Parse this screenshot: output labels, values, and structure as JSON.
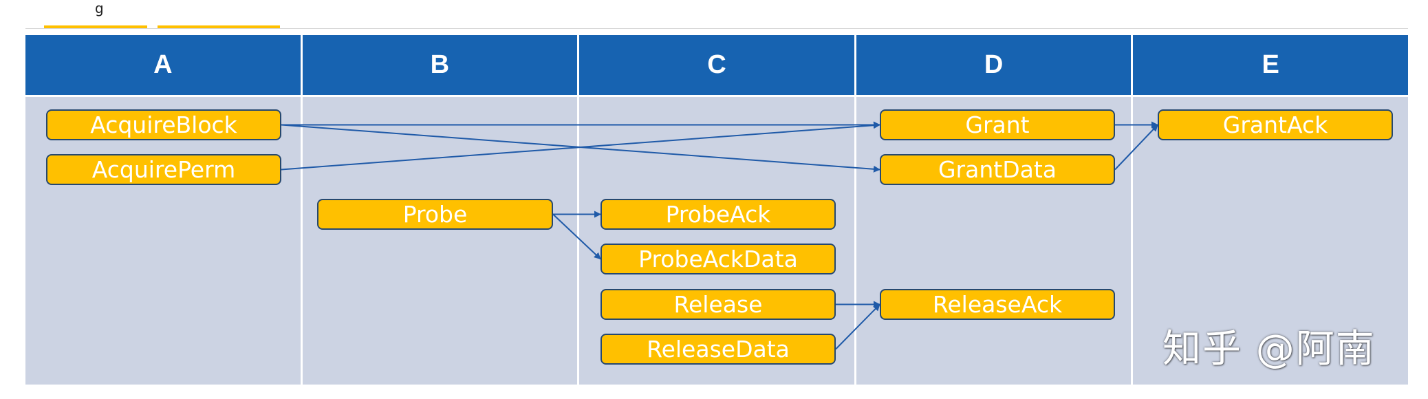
{
  "colors": {
    "header_bg": "#1763b1",
    "lane_bg": "#ccd3e3",
    "box_fill": "#ffc000",
    "box_border": "#26486f",
    "arrow": "#1f5aa8"
  },
  "top_fragment": "g",
  "columns": [
    "A",
    "B",
    "C",
    "D",
    "E"
  ],
  "messages": {
    "acquire_block": "AcquireBlock",
    "acquire_perm": "AcquirePerm",
    "probe": "Probe",
    "probe_ack": "ProbeAck",
    "probe_ack_data": "ProbeAckData",
    "release": "Release",
    "release_data": "ReleaseData",
    "grant": "Grant",
    "grant_data": "GrantData",
    "release_ack": "ReleaseAck",
    "grant_ack": "GrantAck"
  },
  "edges": [
    [
      "acquire_block",
      "grant"
    ],
    [
      "acquire_block",
      "grant_data"
    ],
    [
      "acquire_perm",
      "grant"
    ],
    [
      "probe",
      "probe_ack"
    ],
    [
      "probe",
      "probe_ack_data"
    ],
    [
      "release",
      "release_ack"
    ],
    [
      "release_data",
      "release_ack"
    ],
    [
      "grant",
      "grant_ack"
    ],
    [
      "grant_data",
      "grant_ack"
    ]
  ],
  "watermark": "知乎 @阿南"
}
